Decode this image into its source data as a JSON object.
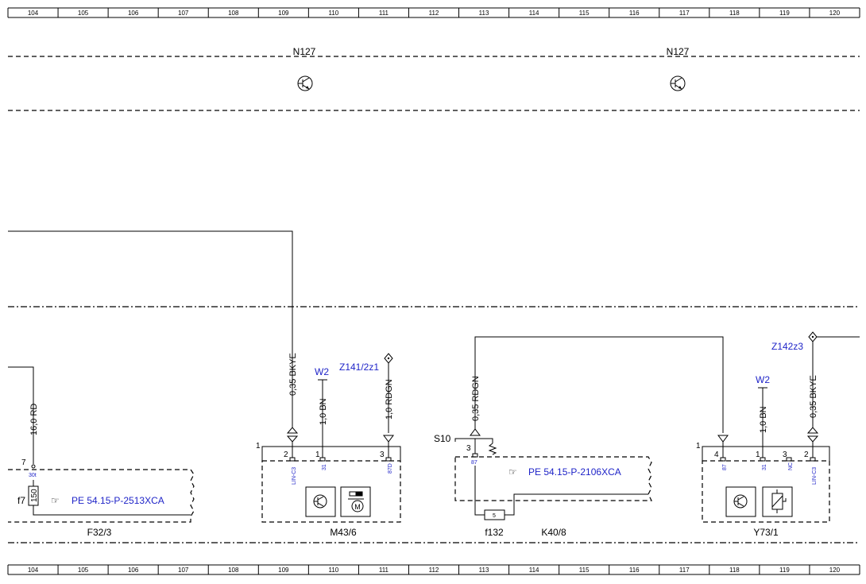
{
  "ruler_numbers": [
    "104",
    "105",
    "106",
    "107",
    "108",
    "109",
    "110",
    "111",
    "112",
    "113",
    "114",
    "115",
    "116",
    "117",
    "118",
    "119",
    "120"
  ],
  "components": {
    "n127_left": "N127",
    "n127_right": "N127",
    "f32_3": "F32/3",
    "m43_6": "M43/6",
    "k40_8": "K40/8",
    "y73_1": "Y73/1",
    "f7": "f7",
    "f132": "f132",
    "s10": "S10"
  },
  "connectors": {
    "w2_a": "W2",
    "w2_b": "W2",
    "z141": "Z141/2z1",
    "z142": "Z142z3"
  },
  "references": {
    "pe_2513": "PE 54.15-P-2513XCA",
    "pe_2106": "PE 54.15-P-2106XCA"
  },
  "wires": {
    "w_16rd": "16,0 RD",
    "w_bkye_1": "0,35 BKYE",
    "w_bn_1": "1,0 BN",
    "w_rdgn_1": "1,0 RDGN",
    "w_rdgn_2": "0,35 RDGN",
    "w_bn_2": "1,0 BN",
    "w_bkye_2": "0,35 BKYE"
  },
  "pins": {
    "p7": "7",
    "p30t": "30t",
    "fuse_150": "150",
    "m_1": "1",
    "m_2": "2",
    "m_1b": "1",
    "m_3": "3",
    "m_linc3": "LIN-C3",
    "m_31": "31",
    "m_87d": "87D",
    "k_3": "3",
    "k_87": "87",
    "k_5": "5",
    "y_1": "1",
    "y_4": "4",
    "y_1b": "1",
    "y_3": "3",
    "y_2": "2",
    "y_87": "87",
    "y_31": "31",
    "y_nc": "NC",
    "y_linc3": "LIN-C3"
  }
}
